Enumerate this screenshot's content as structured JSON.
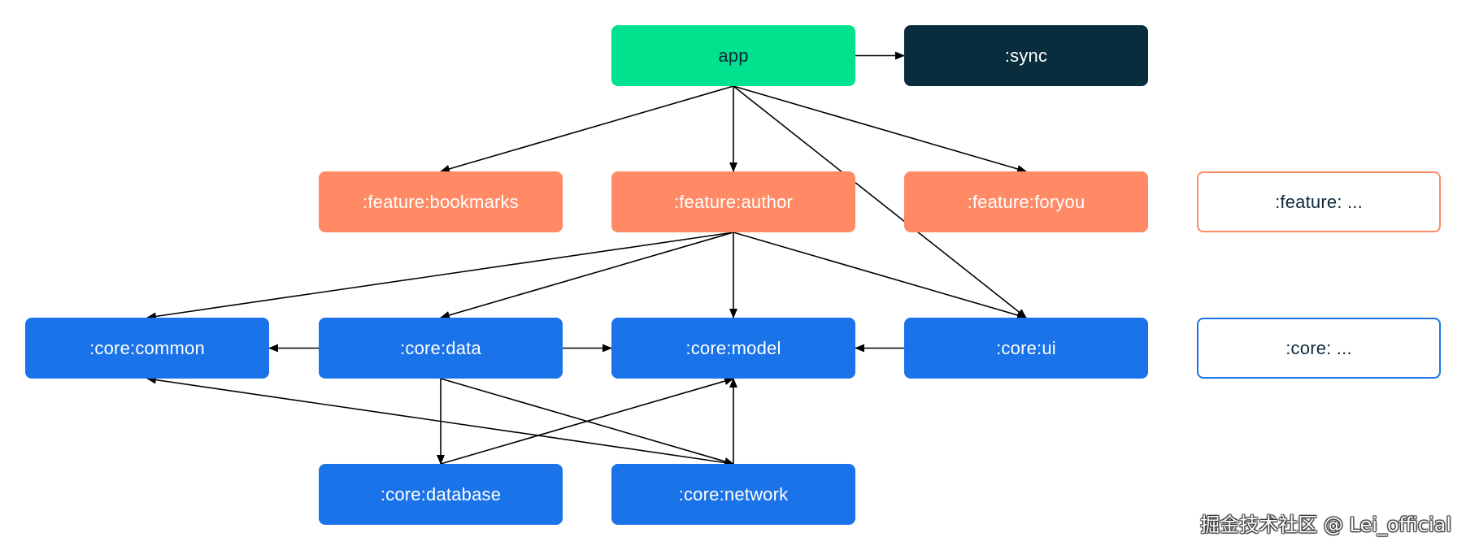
{
  "nodes": {
    "app": "app",
    "sync": ":sync",
    "feature_bookmarks": ":feature:bookmarks",
    "feature_author": ":feature:author",
    "feature_foryou": ":feature:foryou",
    "core_common": ":core:common",
    "core_data": ":core:data",
    "core_model": ":core:model",
    "core_ui": ":core:ui",
    "core_database": ":core:database",
    "core_network": ":core:network"
  },
  "legend": {
    "feature": ":feature: ...",
    "core": ":core: ..."
  },
  "edges": [
    [
      "app",
      "sync"
    ],
    [
      "app",
      "feature_bookmarks"
    ],
    [
      "app",
      "feature_author"
    ],
    [
      "app",
      "feature_foryou"
    ],
    [
      "app",
      "core_ui"
    ],
    [
      "feature_author",
      "core_common"
    ],
    [
      "feature_author",
      "core_data"
    ],
    [
      "feature_author",
      "core_model"
    ],
    [
      "feature_author",
      "core_ui"
    ],
    [
      "core_data",
      "core_common"
    ],
    [
      "core_data",
      "core_model"
    ],
    [
      "core_ui",
      "core_model"
    ],
    [
      "core_data",
      "core_database"
    ],
    [
      "core_data",
      "core_network"
    ],
    [
      "core_database",
      "core_model"
    ],
    [
      "core_network",
      "core_model"
    ],
    [
      "core_network",
      "core_common"
    ]
  ],
  "colors": {
    "app": "#00e28d",
    "sync": "#0a2d3e",
    "feature": "#ff8a65",
    "core": "#1a73e8",
    "arrow": "#000000"
  },
  "watermark": "掘金技术社区 @ Lei_official"
}
